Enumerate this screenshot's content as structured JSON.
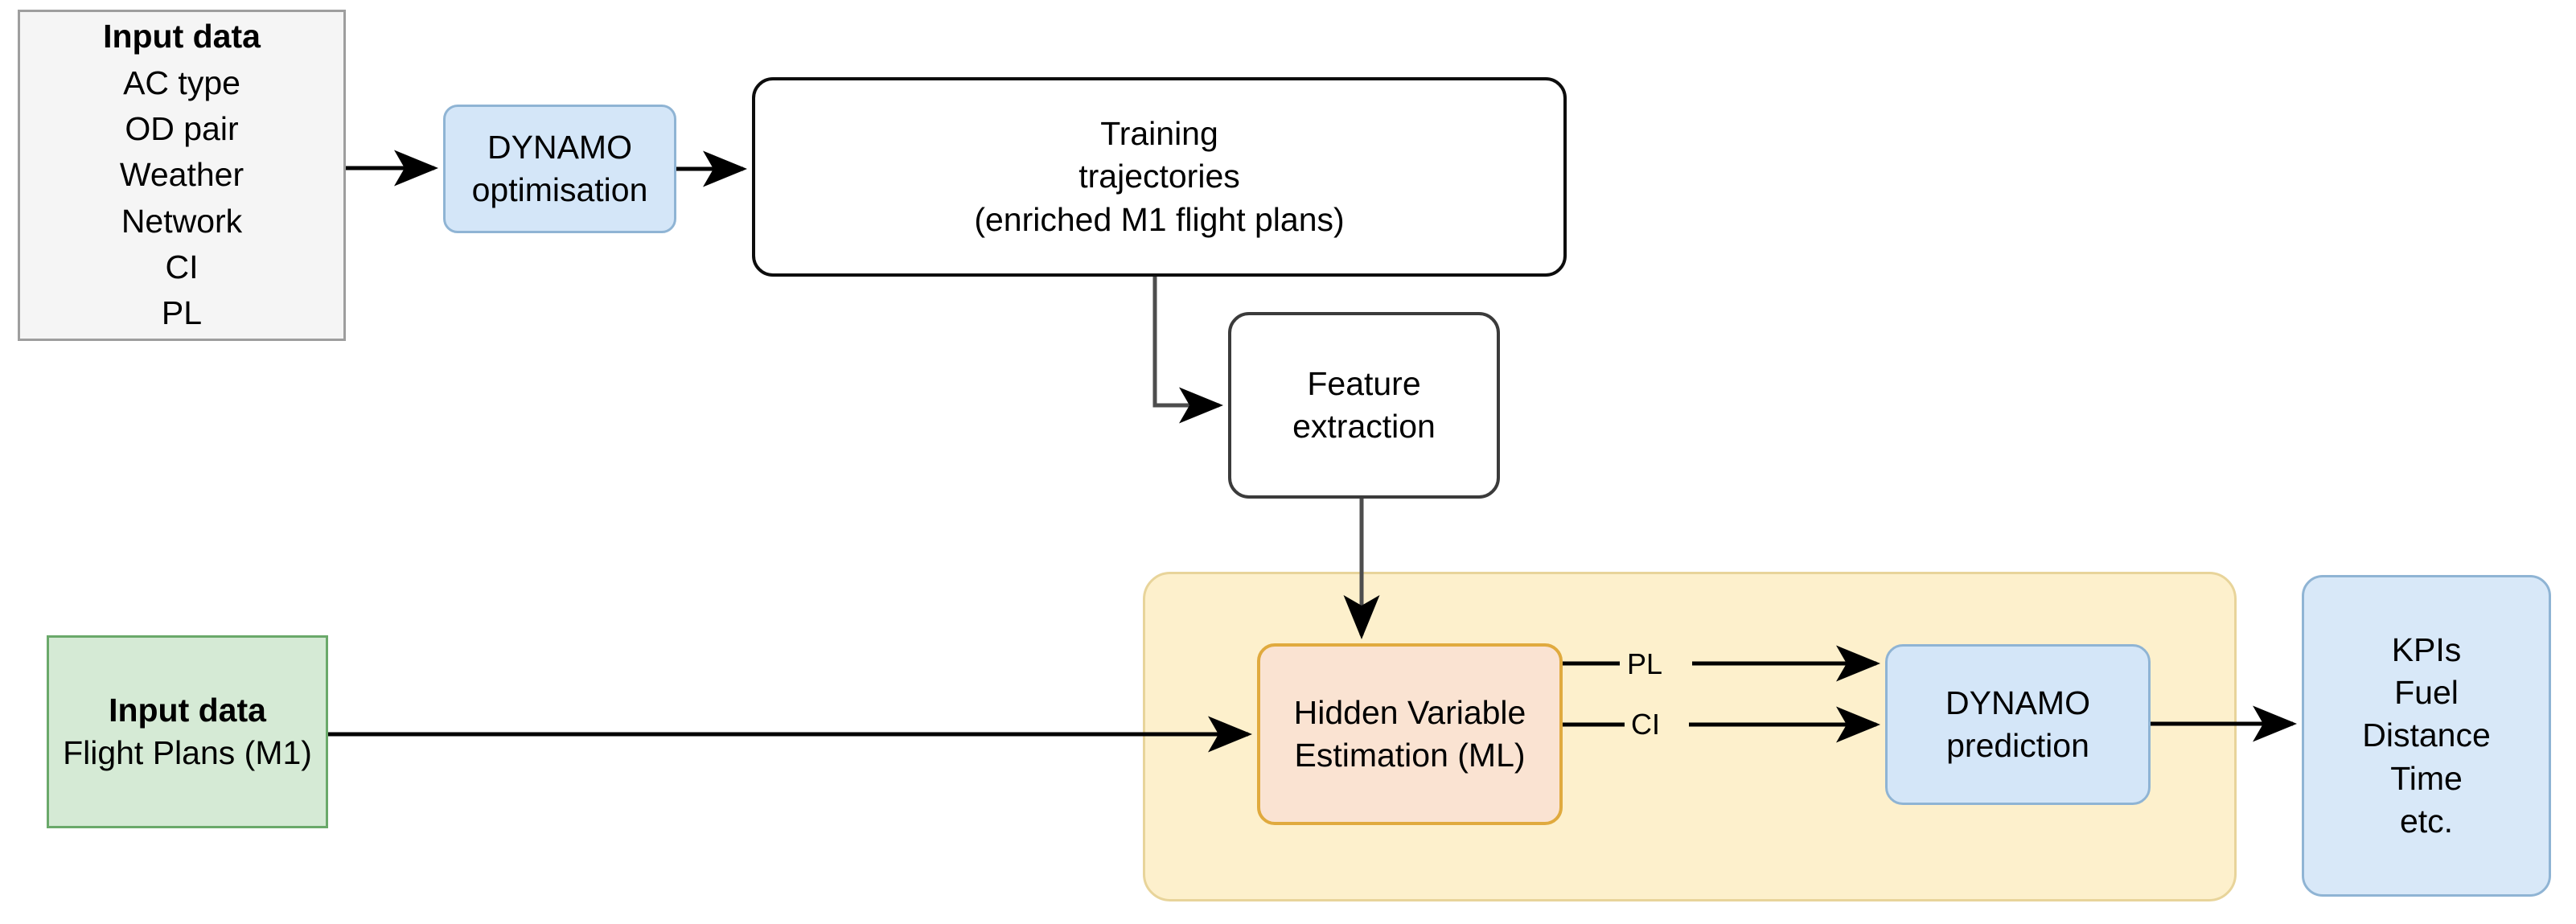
{
  "diagram": {
    "title_visible": false,
    "colors": {
      "blue_fill": "#d4e6f8",
      "blue_border": "#8fb4d4",
      "grey_fill": "#f5f5f5",
      "grey_border": "#9e9e9e",
      "green_fill": "#d5ead5",
      "green_border": "#6aa96a",
      "yellow_group_fill": "#fdf0cc",
      "yellow_group_border": "#e8d49a",
      "peach_fill": "#fae3d2",
      "peach_border": "#e0aa3e",
      "white_fill": "#ffffff",
      "black_border": "#0d0d0d",
      "arrow": "#000000"
    },
    "nodes": {
      "input_data_params": {
        "lines": [
          "Input data",
          "AC type",
          "OD pair",
          "Weather",
          "Network",
          "CI",
          "PL"
        ],
        "bold_first": true,
        "shape": "rectangle"
      },
      "dynamo_optimisation": {
        "lines": [
          "DYNAMO",
          "optimisation"
        ],
        "shape": "rounded-rectangle"
      },
      "training_trajectories": {
        "lines": [
          "Training",
          "trajectories",
          "(enriched M1 flight plans)"
        ],
        "shape": "rounded-rectangle"
      },
      "feature_extraction": {
        "lines": [
          "Feature",
          "extraction"
        ],
        "shape": "rounded-rectangle"
      },
      "hidden_variable_estimation": {
        "lines": [
          "Hidden Variable",
          "Estimation (ML)"
        ],
        "shape": "rounded-rectangle"
      },
      "dynamo_prediction": {
        "lines": [
          "DYNAMO",
          "prediction"
        ],
        "shape": "rounded-rectangle"
      },
      "kpis": {
        "lines": [
          "KPIs",
          "Fuel",
          "Distance",
          "Time",
          "etc."
        ],
        "shape": "rounded-rectangle"
      },
      "input_flight_plans": {
        "lines": [
          "Input data",
          "Flight Plans (M1)"
        ],
        "bold_first": true,
        "shape": "rectangle"
      }
    },
    "edge_labels": {
      "pl": "PL",
      "ci": "CI"
    },
    "edges": [
      {
        "from": "input_data_params",
        "to": "dynamo_optimisation",
        "label": ""
      },
      {
        "from": "dynamo_optimisation",
        "to": "training_trajectories",
        "label": ""
      },
      {
        "from": "training_trajectories",
        "to": "feature_extraction",
        "label": ""
      },
      {
        "from": "feature_extraction",
        "to": "hidden_variable_estimation",
        "label": ""
      },
      {
        "from": "input_flight_plans",
        "to": "hidden_variable_estimation",
        "label": ""
      },
      {
        "from": "hidden_variable_estimation",
        "to": "dynamo_prediction",
        "label": "PL"
      },
      {
        "from": "hidden_variable_estimation",
        "to": "dynamo_prediction",
        "label": "CI"
      },
      {
        "from": "dynamo_prediction",
        "to": "kpis",
        "label": ""
      }
    ]
  }
}
